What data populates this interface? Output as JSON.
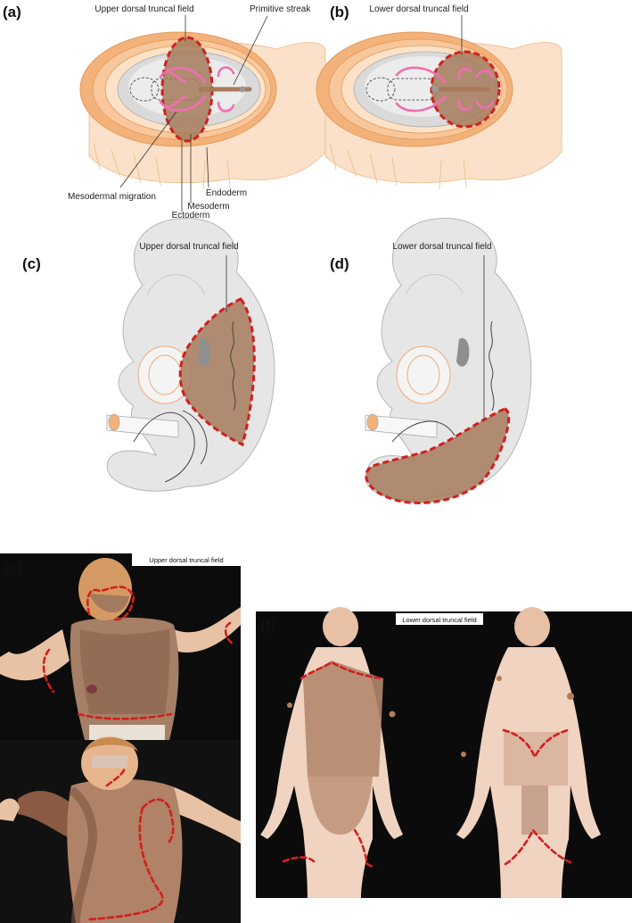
{
  "panels": {
    "a": "(a)",
    "b": "(b)",
    "c": "(c)",
    "d": "(d)",
    "e": "(e)",
    "f": "(f)"
  },
  "labels": {
    "upper_field": "Upper dorsal truncal field",
    "lower_field": "Lower dorsal truncal field",
    "primitive_streak": "Primitive streak",
    "mesodermal_migration": "Mesodermal migration",
    "endoderm": "Endoderm",
    "mesoderm": "Mesoderm",
    "ectoderm": "Ectoderm"
  },
  "colors": {
    "field_fill": "#a57a5c",
    "field_outline": "#d11f1f",
    "migration_arrows": "#f06fb0",
    "embryo_layers": "#f3b27a",
    "photo_background": "#0b0b0b"
  }
}
